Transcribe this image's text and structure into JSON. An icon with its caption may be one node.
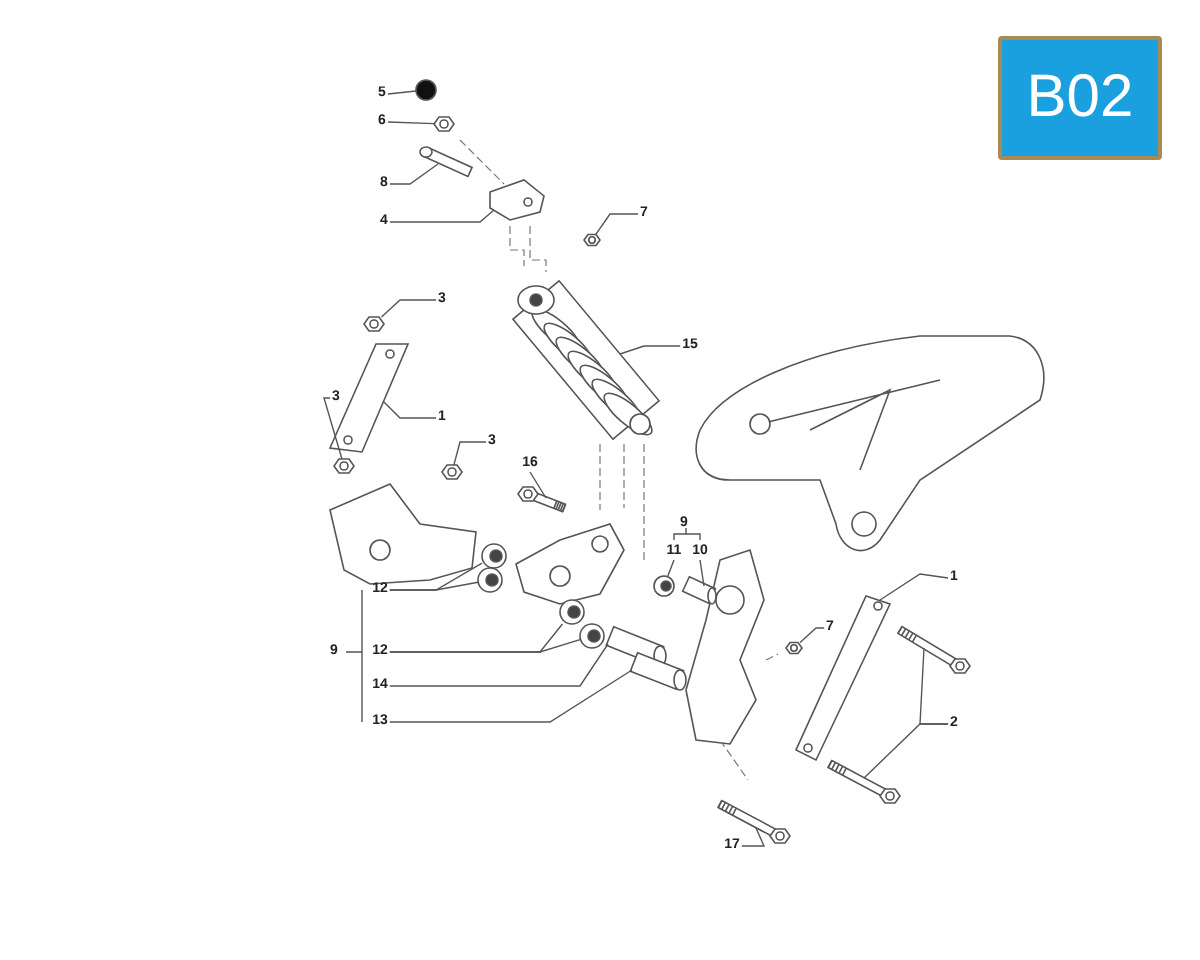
{
  "diagram": {
    "nodes": [
      {
        "text": [
          "B02"
        ]
      },
      {
        "text": [
          "5"
        ]
      },
      {
        "text": [
          "6"
        ]
      },
      {
        "text": [
          "8"
        ]
      },
      {
        "text": [
          "4"
        ]
      },
      {
        "text": [
          "7"
        ]
      },
      {
        "text": [
          "3"
        ]
      },
      {
        "text": [
          "15"
        ]
      },
      {
        "text": [
          "3"
        ]
      },
      {
        "text": [
          "1"
        ]
      },
      {
        "text": [
          "3"
        ]
      },
      {
        "text": [
          "16"
        ]
      },
      {
        "text": [
          "12"
        ]
      },
      {
        "text": [
          "12"
        ]
      },
      {
        "text": [
          "14"
        ]
      },
      {
        "text": [
          "13"
        ]
      },
      {
        "text": [
          "11"
        ]
      },
      {
        "text": [
          "10"
        ]
      },
      {
        "text": [
          "1"
        ]
      },
      {
        "text": [
          "7"
        ]
      },
      {
        "text": [
          "2"
        ]
      },
      {
        "text": [
          "17"
        ]
      },
      {
        "text": [],
        "shape": "circle"
      },
      {
        "text": [],
        "shape": "picture"
      },
      {
        "text": [],
        "shape": "picture"
      },
      {
        "text": [],
        "shape": "picture"
      },
      {
        "text": [],
        "shape": "picture"
      },
      {
        "text": [],
        "shape": "picture"
      },
      {
        "text": [],
        "shape": "picture"
      },
      {
        "text": [],
        "shape": "picture"
      },
      {
        "text": [],
        "shape": "picture"
      },
      {
        "text": [],
        "shape": "picture"
      },
      {
        "text": [],
        "shape": "picture"
      },
      {
        "text": [],
        "shape": "picture"
      },
      {
        "text": [],
        "shape": "picture"
      },
      {
        "text": [],
        "shape": "picture"
      },
      {
        "text": [],
        "shape": "picture"
      },
      {
        "text": [],
        "shape": "picture"
      },
      {
        "text": [],
        "shape": "picture"
      },
      {
        "text": [],
        "shape": "picture"
      },
      {
        "text": [],
        "shape": "picture"
      },
      {
        "text": [],
        "shape": "picture"
      },
      {
        "text": [],
        "shape": "picture"
      },
      {
        "text": [],
        "shape": "picture"
      },
      {
        "text": [],
        "shape": "picture"
      },
      {
        "text": [],
        "shape": "picture"
      },
      {
        "text": [],
        "shape": "picture"
      },
      {
        "text": [],
        "shape": "picture"
      },
      {
        "text": [],
        "shape": "picture"
      },
      {
        "text": [],
        "shape": "picture"
      }
    ],
    "edges": [
      {
        "from": 1,
        "to": 22,
        "arrow": "none"
      },
      {
        "from": 2,
        "to": 23,
        "arrow": "none"
      },
      {
        "from": 3,
        "to": 24,
        "arrow": "none"
      },
      {
        "from": 4,
        "to": 25,
        "arrow": "none"
      },
      {
        "from": 5,
        "to": 26,
        "arrow": "none"
      },
      {
        "from": 6,
        "to": 27,
        "arrow": "none"
      },
      {
        "from": 7,
        "to": 28,
        "arrow": "none"
      },
      {
        "from": 8,
        "to": 29,
        "arrow": "none"
      },
      {
        "from": 9,
        "to": 30,
        "arrow": "none"
      },
      {
        "from": 10,
        "to": 31,
        "arrow": "none"
      },
      {
        "from": 11,
        "to": 32,
        "arrow": "none"
      },
      {
        "from": 12,
        "to": 33,
        "arrow": "none"
      },
      {
        "from": 12,
        "to": 34,
        "arrow": "none"
      },
      {
        "from": 13,
        "to": 35,
        "arrow": "none"
      },
      {
        "from": 13,
        "to": 36,
        "arrow": "none"
      },
      {
        "from": 14,
        "to": 37,
        "arrow": "none"
      },
      {
        "from": 15,
        "to": 38,
        "arrow": "none"
      },
      {
        "from": 16,
        "to": 39,
        "arrow": "none"
      },
      {
        "from": 17,
        "to": 40,
        "arrow": "none"
      },
      {
        "from": 18,
        "to": 41,
        "arrow": "none"
      },
      {
        "from": 19,
        "to": 42,
        "arrow": "none"
      },
      {
        "from": 20,
        "to": 43,
        "arrow": "none"
      },
      {
        "from": 20,
        "to": 44,
        "arrow": "none"
      },
      {
        "from": 21,
        "to": 45,
        "arrow": "none"
      }
    ],
    "labels": [
      "9",
      "9"
    ]
  }
}
